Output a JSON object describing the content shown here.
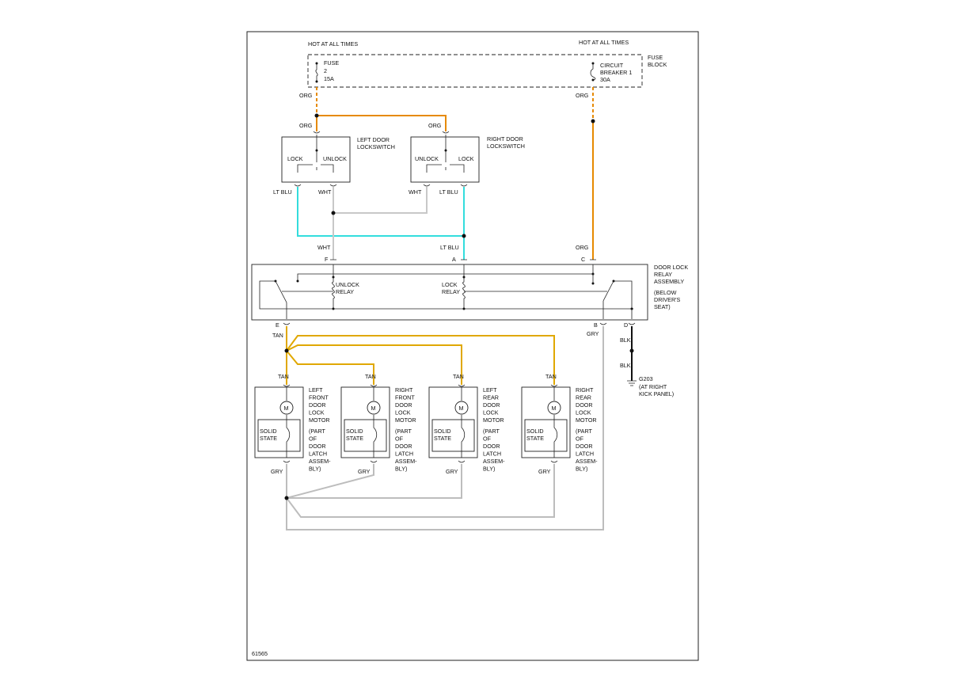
{
  "labels": {
    "hot_left": "HOT AT ALL TIMES",
    "hot_right": "HOT AT ALL TIMES",
    "fuse": [
      "FUSE",
      "2",
      "15A"
    ],
    "breaker": [
      "CIRCUIT",
      "BREAKER 1",
      "30A"
    ],
    "fuse_block": [
      "FUSE",
      "BLOCK"
    ],
    "left_switch": [
      "LEFT DOOR",
      "LOCKSWITCH"
    ],
    "right_switch": [
      "RIGHT DOOR",
      "LOCKSWITCH"
    ],
    "lock": "LOCK",
    "unlock": "UNLOCK",
    "relay_assembly": [
      "DOOR LOCK",
      "RELAY",
      "ASSEMBLY",
      "(BELOW",
      "DRIVER'S",
      "SEAT)"
    ],
    "unlock_relay": [
      "UNLOCK",
      "RELAY"
    ],
    "lock_relay": [
      "LOCK",
      "RELAY"
    ],
    "motor_letter": "M",
    "solid_state": [
      "SOLID",
      "STATE"
    ],
    "part_of": [
      "(PART",
      "OF",
      "DOOR",
      "LATCH",
      "ASSEM-",
      "BLY)"
    ],
    "ground": [
      "G203",
      "(AT RIGHT",
      "KICK PANEL)"
    ],
    "figure_number": "61565"
  },
  "wire_colors": {
    "ORG": "#e68a00",
    "LT BLU": "#33dddd",
    "WHT": "#c8c8c8",
    "TAN": "#e0a800",
    "GRY": "#bdbdbd",
    "BLK": "#111111"
  },
  "wire_labels": {
    "org_fuse": "ORG",
    "org_split": "ORG",
    "org_rsw": "ORG",
    "org_cb": "ORG",
    "org_c": "ORG",
    "ltblu_lsw": "LT BLU",
    "wht_lsw": "WHT",
    "wht_rsw": "WHT",
    "ltblu_rsw": "LT BLU",
    "wht_f": "WHT",
    "ltblu_a": "LT BLU",
    "pin_f": "F",
    "pin_a": "A",
    "pin_c": "C",
    "pin_e": "E",
    "pin_b": "B",
    "pin_d": "D",
    "tan_e": "TAN",
    "gry_b": "GRY",
    "blk_1": "BLK",
    "blk_2": "BLK"
  },
  "motors": [
    {
      "name": [
        "LEFT",
        "FRONT",
        "DOOR",
        "LOCK",
        "MOTOR"
      ],
      "tan": "TAN",
      "gry": "GRY"
    },
    {
      "name": [
        "RIGHT",
        "FRONT",
        "DOOR",
        "LOCK",
        "MOTOR"
      ],
      "tan": "TAN",
      "gry": "GRY"
    },
    {
      "name": [
        "LEFT",
        "REAR",
        "DOOR",
        "LOCK",
        "MOTOR"
      ],
      "tan": "TAN",
      "gry": "GRY"
    },
    {
      "name": [
        "RIGHT",
        "REAR",
        "DOOR",
        "LOCK",
        "MOTOR"
      ],
      "tan": "TAN",
      "gry": "GRY"
    }
  ]
}
